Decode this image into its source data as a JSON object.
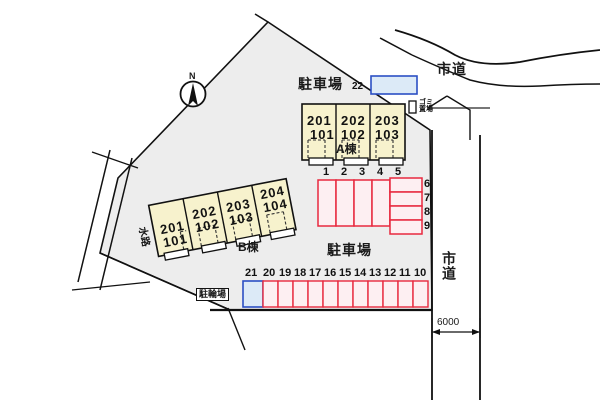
{
  "plan": {
    "title_labels": {
      "parking_top": "駐車場",
      "parking_center": "駐車場",
      "bicycle_parking": "駐輪場",
      "garbage_area": "ゴミ置場",
      "waterway": "水路",
      "road_top": "市道",
      "road_right": "市道",
      "north": "N"
    },
    "dimension": {
      "value": "6000"
    },
    "buildings": [
      {
        "name": "A棟",
        "units": [
          {
            "upper": "201",
            "lower": "101"
          },
          {
            "upper": "202",
            "lower": "102"
          },
          {
            "upper": "203",
            "lower": "103"
          }
        ]
      },
      {
        "name": "B棟",
        "units": [
          {
            "upper": "201",
            "lower": "101"
          },
          {
            "upper": "202",
            "lower": "102"
          },
          {
            "upper": "203",
            "lower": "103"
          },
          {
            "upper": "204",
            "lower": "104"
          }
        ]
      }
    ],
    "parking": {
      "highlight_space": "22",
      "top_row": [
        "1",
        "2",
        "3",
        "4",
        "5"
      ],
      "right_column": [
        "6",
        "7",
        "8",
        "9"
      ],
      "bottom_row": [
        "21",
        "20",
        "19",
        "18",
        "17",
        "16",
        "15",
        "14",
        "13",
        "12",
        "11",
        "10"
      ],
      "highlighted_bottom": "21"
    },
    "colors": {
      "site_fill": "#ededed",
      "building_fill": "#f7f2cd",
      "building_stroke": "#111111",
      "parking_fill": "#fdeff2",
      "parking_stroke": "#e8293f",
      "highlight_fill": "#dceaf7",
      "highlight_stroke": "#2b4fc4",
      "road_line": "#111111"
    }
  }
}
